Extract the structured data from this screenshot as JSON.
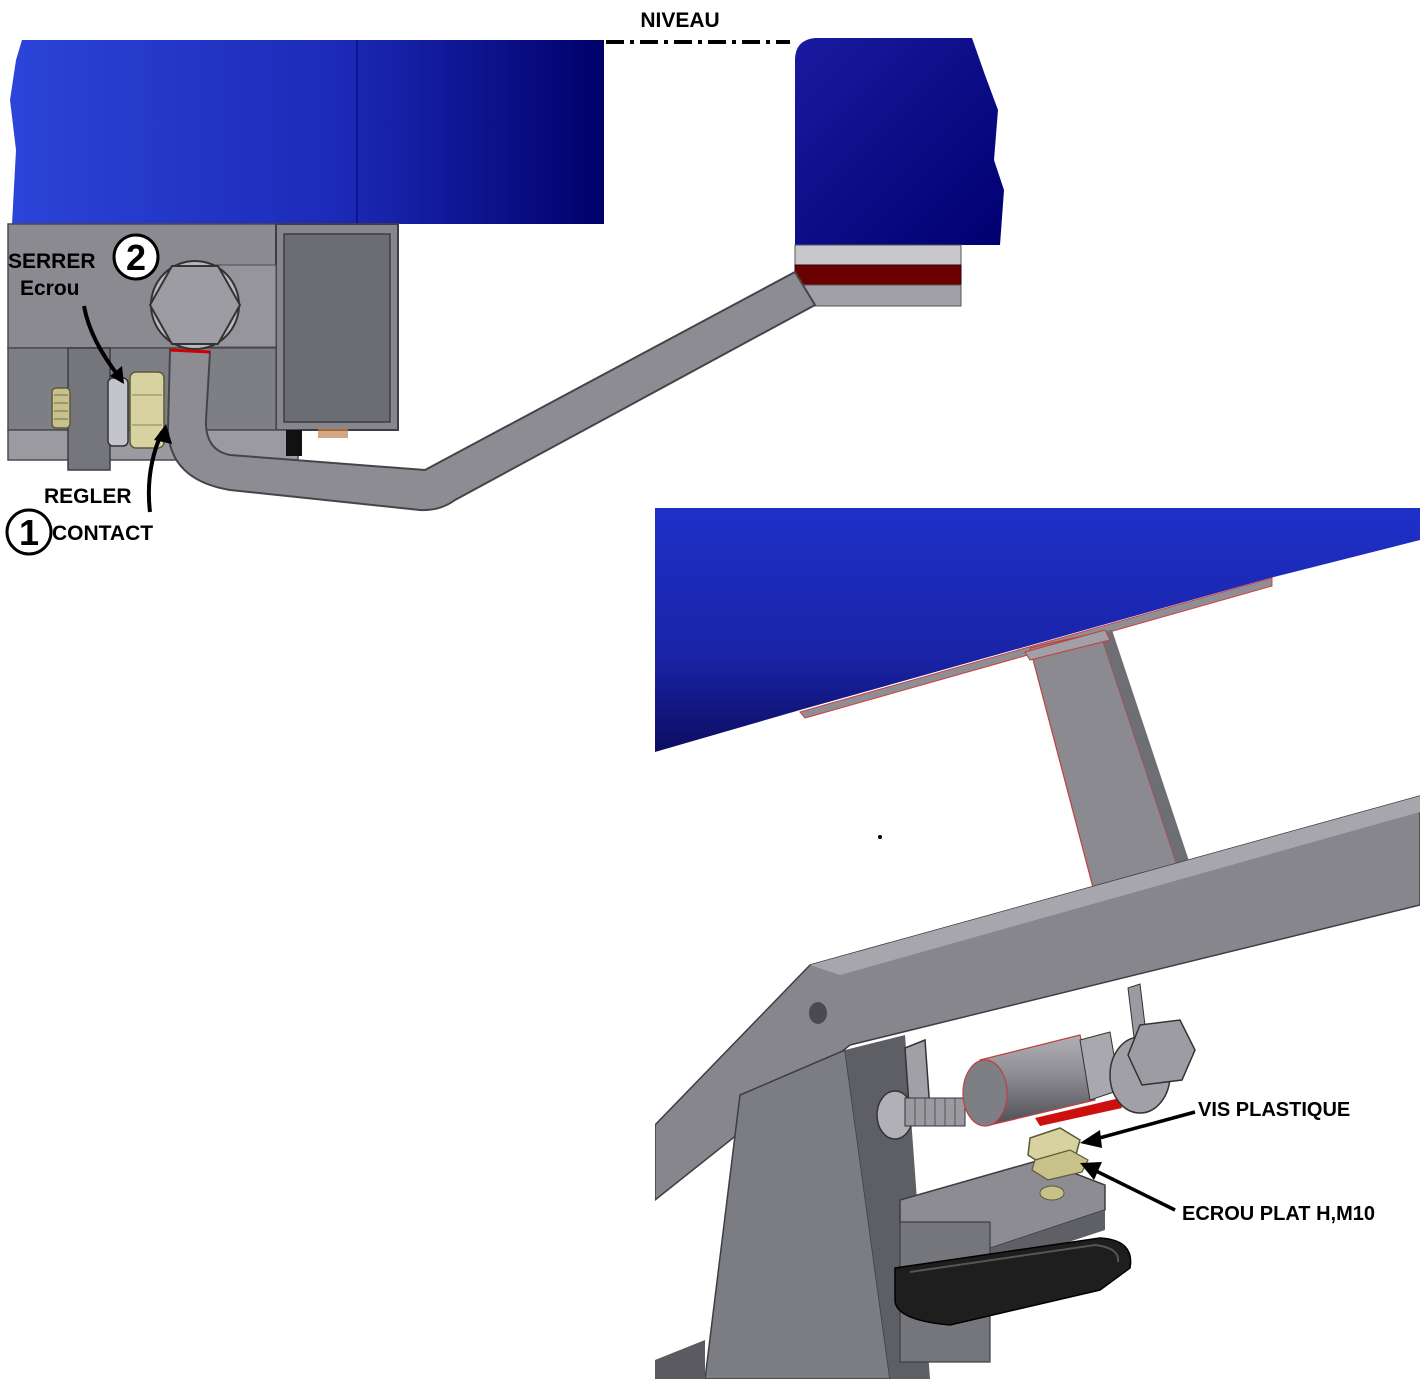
{
  "colors": {
    "blue_light": "#2a3fd4",
    "blue_dark": "#00006e",
    "steel": "#8a8a90",
    "steel_dark": "#5f5f66",
    "steel_light": "#a8a8ae",
    "red_pad": "#6b0000",
    "black_pad": "#1e1e1e",
    "brass": "#c8c28a"
  },
  "top_view": {
    "level_label": "NIVEAU",
    "step2_number": "2",
    "step2_line1": "SERRER",
    "step2_line2": "Ecrou",
    "step1_number": "1",
    "step1_line1": "REGLER",
    "step1_line2": "CONTACT"
  },
  "detail_view": {
    "screw_label": "VIS PLASTIQUE",
    "nut_label": "ECROU PLAT H,M10"
  }
}
